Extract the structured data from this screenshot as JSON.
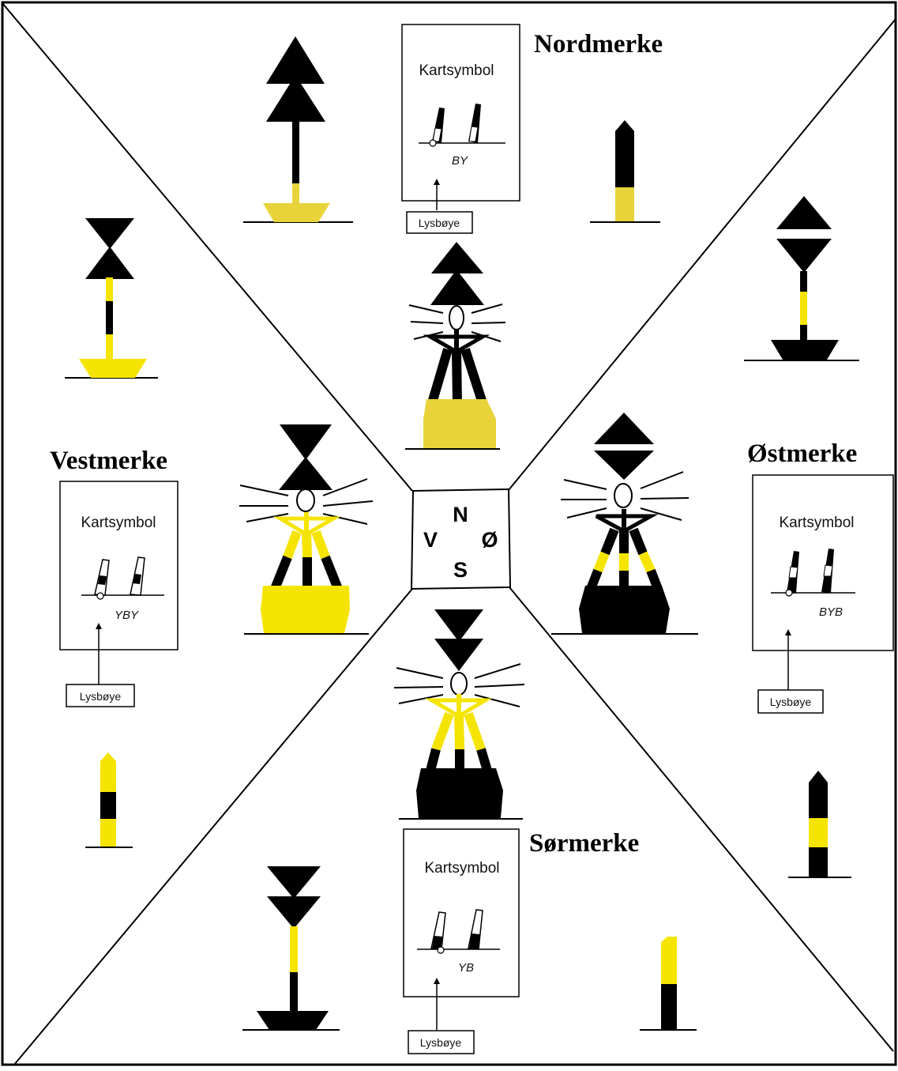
{
  "colors": {
    "yellow": "#f5e400",
    "black": "#000000",
    "pale_yellow": "#e8d43a"
  },
  "compass": {
    "n": "N",
    "s": "S",
    "v": "V",
    "o": "Ø"
  },
  "north": {
    "title": "Nordmerke",
    "card_label": "Kartsymbol",
    "code": "BY",
    "lys_label": "Lysbøye"
  },
  "west": {
    "title": "Vestmerke",
    "card_label": "Kartsymbol",
    "code": "YBY",
    "lys_label": "Lysbøye"
  },
  "east": {
    "title": "Østmerke",
    "card_label": "Kartsymbol",
    "code": "BYB",
    "lys_label": "Lysbøye"
  },
  "south": {
    "title": "Sørmerke",
    "card_label": "Kartsymbol",
    "code": "YB",
    "lys_label": "Lysbøye"
  },
  "icons": {
    "north_spar": "north-spar-buoy-icon",
    "north_pillar": "north-pillar-buoy-icon",
    "north_beacon": "north-beacon-icon",
    "west_spar": "west-spar-buoy-icon",
    "west_pillar": "west-pillar-buoy-icon",
    "west_beacon": "west-beacon-icon",
    "east_spar": "east-spar-buoy-icon",
    "east_pillar": "east-pillar-buoy-icon",
    "east_beacon": "east-beacon-icon",
    "south_spar": "south-spar-buoy-icon",
    "south_pillar": "south-pillar-buoy-icon",
    "south_beacon": "south-beacon-icon"
  }
}
